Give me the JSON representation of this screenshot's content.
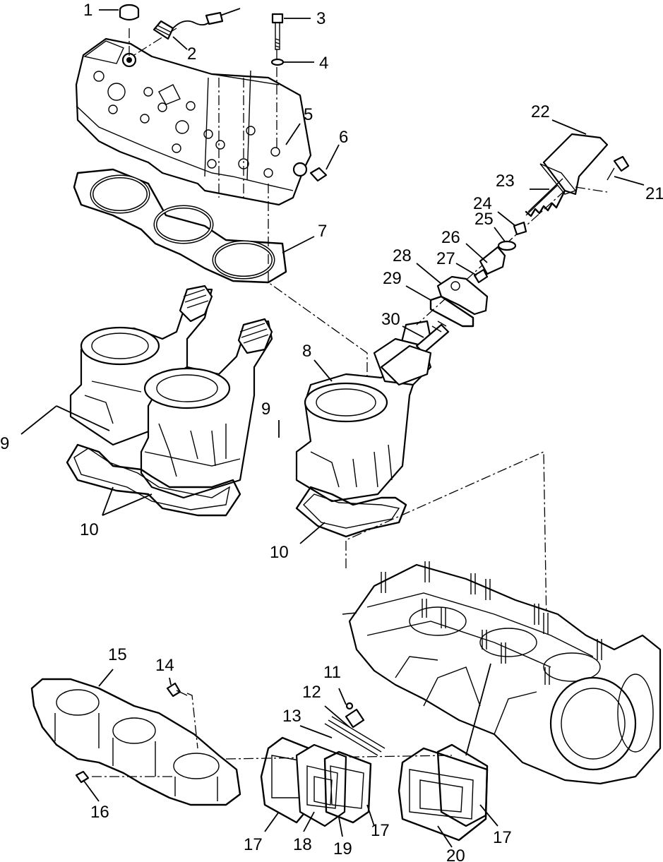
{
  "callouts": [
    {
      "id": "1",
      "text": "1"
    },
    {
      "id": "2",
      "text": "2"
    },
    {
      "id": "3",
      "text": "3"
    },
    {
      "id": "4",
      "text": "4"
    },
    {
      "id": "5",
      "text": "5"
    },
    {
      "id": "6",
      "text": "6"
    },
    {
      "id": "7",
      "text": "7"
    },
    {
      "id": "8",
      "text": "8"
    },
    {
      "id": "9a",
      "text": "9"
    },
    {
      "id": "9b",
      "text": "9"
    },
    {
      "id": "10a",
      "text": "10"
    },
    {
      "id": "10b",
      "text": "10"
    },
    {
      "id": "11",
      "text": "11"
    },
    {
      "id": "12",
      "text": "12"
    },
    {
      "id": "13",
      "text": "13"
    },
    {
      "id": "14",
      "text": "14"
    },
    {
      "id": "15",
      "text": "15"
    },
    {
      "id": "16",
      "text": "16"
    },
    {
      "id": "17a",
      "text": "17"
    },
    {
      "id": "17b",
      "text": "17"
    },
    {
      "id": "17c",
      "text": "17"
    },
    {
      "id": "18",
      "text": "18"
    },
    {
      "id": "19",
      "text": "19"
    },
    {
      "id": "20",
      "text": "20"
    },
    {
      "id": "21",
      "text": "21"
    },
    {
      "id": "22",
      "text": "22"
    },
    {
      "id": "23",
      "text": "23"
    },
    {
      "id": "24",
      "text": "24"
    },
    {
      "id": "25",
      "text": "25"
    },
    {
      "id": "26",
      "text": "26"
    },
    {
      "id": "27",
      "text": "27"
    },
    {
      "id": "28",
      "text": "28"
    },
    {
      "id": "29",
      "text": "29"
    },
    {
      "id": "30",
      "text": "30"
    }
  ]
}
